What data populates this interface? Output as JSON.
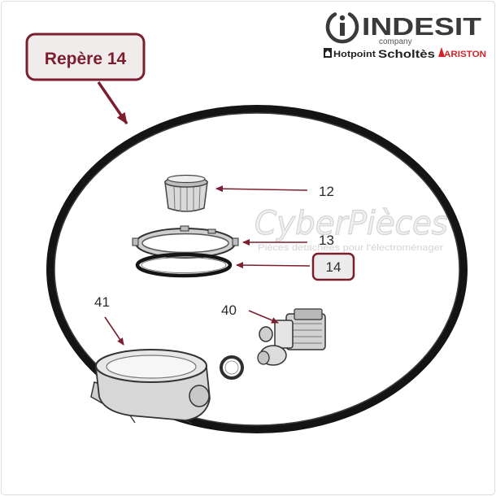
{
  "brand": {
    "name": "INDESIT",
    "tagline": "company",
    "logo_icon": "indesit-circle-i-icon",
    "sub_brands": {
      "hotpoint": "Hotpoint",
      "scholtes": "Scholtès",
      "ariston": "ARISTON"
    },
    "sub_brand_icons": [
      "hotpoint-house-icon",
      "ariston-flame-icon"
    ]
  },
  "callout": {
    "label": "Repère 14"
  },
  "watermark": {
    "title": "CyberPièces",
    "subtitle": "Pièces détachées pour l'électroménager"
  },
  "diagram": {
    "labels": {
      "p12": "12",
      "p13": "13",
      "p14": "14",
      "p40": "40",
      "p41": "41"
    },
    "product_icon": "dishwasher-gasket-ring"
  },
  "colors": {
    "accent": "#7b1e2e",
    "ariston": "#d2232a",
    "logo": "#3a3a3a"
  }
}
